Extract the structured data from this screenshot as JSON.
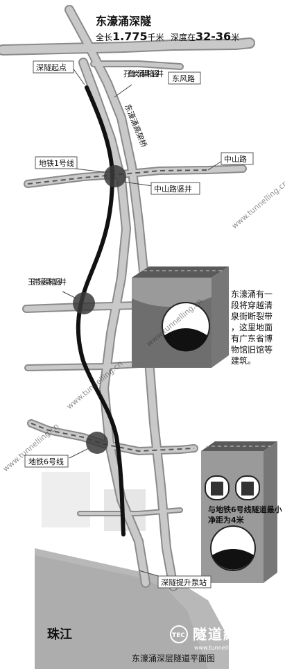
{
  "title": "东濠涌深隧",
  "length_prefix": "全长",
  "length_value": "1.775",
  "length_unit": "千米",
  "depth_prefix": "深度在",
  "depth_value": "32-36",
  "depth_unit": "米",
  "labels": {
    "start": "深隧起点",
    "shaft_yuyugang": "孖鱼岗涌渠箱竖井",
    "dongfeng_road": "东风路",
    "elevated_bridge": "东濠涌高架桥",
    "metro1": "地铁1号线",
    "zhongshan_road": "中山路",
    "zhongshan_shaft": "中山路竖井",
    "shaft_yudai": "玉带濠渠箱竖井",
    "metro6": "地铁6号线",
    "pump_station": "深隧提升泵站",
    "river": "珠江",
    "footer": "东濠涌深层隧道平面图"
  },
  "notes": {
    "fault_note": "东濠涌有一段将穿越清泉街断裂带，这里地面有广东省博物馆旧馆等建筑。",
    "metro6_note": "与地铁6号线隧道最小净距为4米"
  },
  "watermark": "www.tunnelling.cn",
  "logo": {
    "mark": "TEC",
    "name": "隧道網",
    "url": "www.tunnelling.cn"
  },
  "colors": {
    "tunnel": "#111111",
    "road": "#c9c9c9",
    "river": "#b8b8b8",
    "node": "#3a3a3a"
  }
}
